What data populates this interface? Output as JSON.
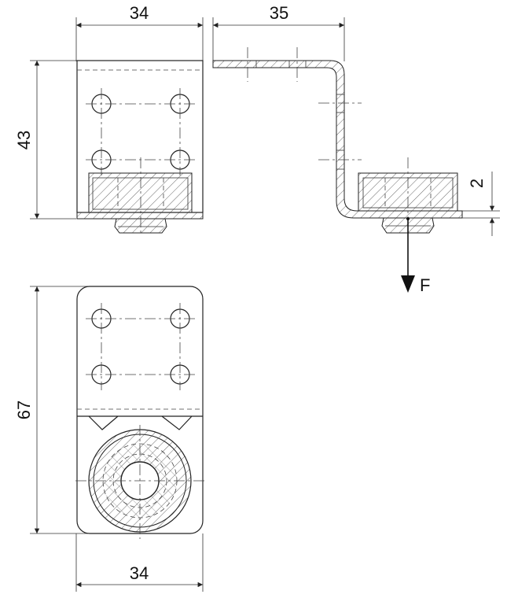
{
  "dimensions": {
    "front_width": "34",
    "side_offset": "35",
    "front_height": "43",
    "thickness": "2",
    "bottom_height": "67",
    "bottom_width": "34"
  },
  "labels": {
    "force": "F"
  },
  "colors": {
    "line": "#222222",
    "background": "#ffffff"
  }
}
